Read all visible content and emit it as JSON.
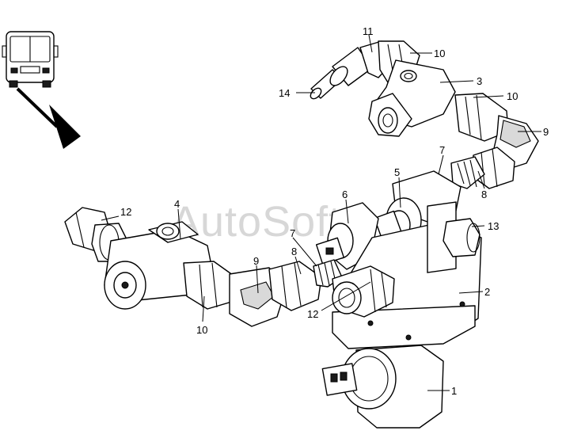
{
  "watermark": "AutoSoft",
  "orientation_icon": "bus-front-view-with-direction-arrow",
  "callouts": [
    "1",
    "2",
    "3",
    "5",
    "6",
    "7",
    "7",
    "8",
    "8",
    "9",
    "9",
    "10",
    "10",
    "10",
    "11",
    "12",
    "12",
    "13",
    "14",
    "4"
  ]
}
